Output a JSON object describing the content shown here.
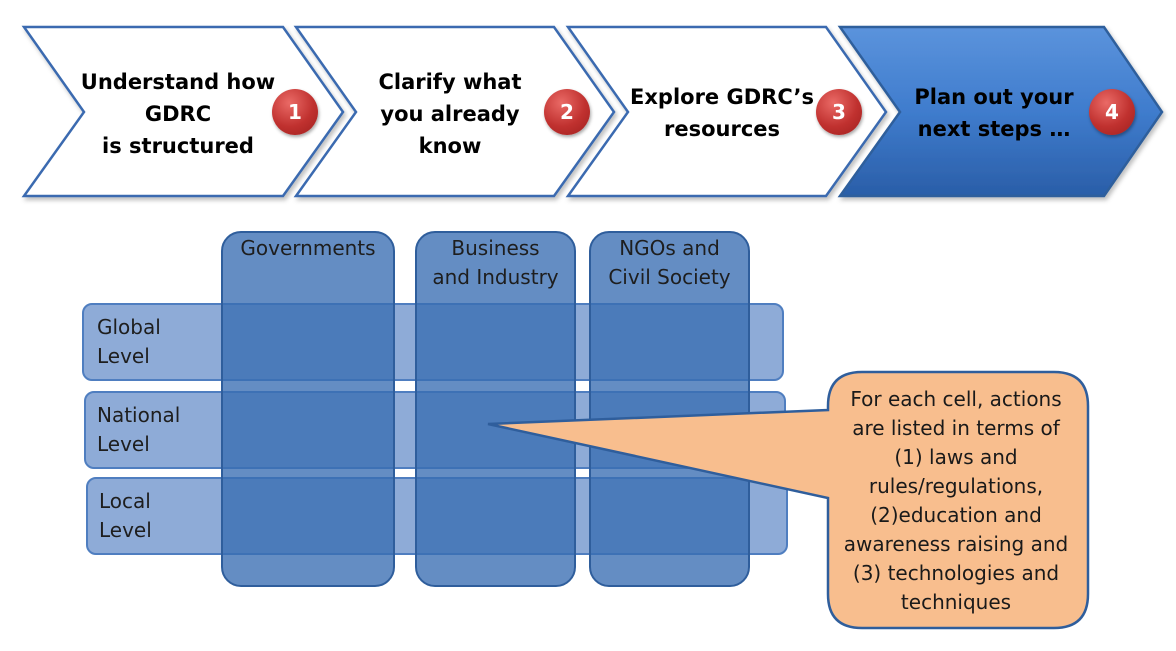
{
  "steps": [
    {
      "number": "1",
      "lines": [
        "Understand how",
        "GDRC",
        "is structured"
      ]
    },
    {
      "number": "2",
      "lines": [
        "Clarify what",
        "you already",
        "know"
      ]
    },
    {
      "number": "3",
      "lines": [
        "Explore GDRC’s",
        "resources"
      ]
    },
    {
      "number": "4",
      "lines": [
        "Plan out your",
        "next steps …"
      ]
    }
  ],
  "columns": [
    {
      "lines": [
        "Governments"
      ]
    },
    {
      "lines": [
        "Business",
        "and Industry"
      ]
    },
    {
      "lines": [
        "NGOs and",
        "Civil Society"
      ]
    }
  ],
  "levels": [
    {
      "lines": [
        "Global",
        "Level"
      ]
    },
    {
      "lines": [
        "National",
        "Level"
      ]
    },
    {
      "lines": [
        "Local",
        "Level"
      ]
    }
  ],
  "callout": {
    "lines": [
      "For each cell, actions",
      "are listed in terms of",
      "(1) laws and",
      "rules/regulations,",
      "(2)education and",
      "awareness raising and",
      "(3) technologies and",
      "techniques"
    ]
  },
  "colors": {
    "chevron_outline": "#3b6bb0",
    "chevron_active": "#2f6bbf",
    "badge": "#c0312f",
    "column_fill": "#396db2",
    "level_fill": "#638bc7",
    "callout_fill": "#f8be8e"
  }
}
